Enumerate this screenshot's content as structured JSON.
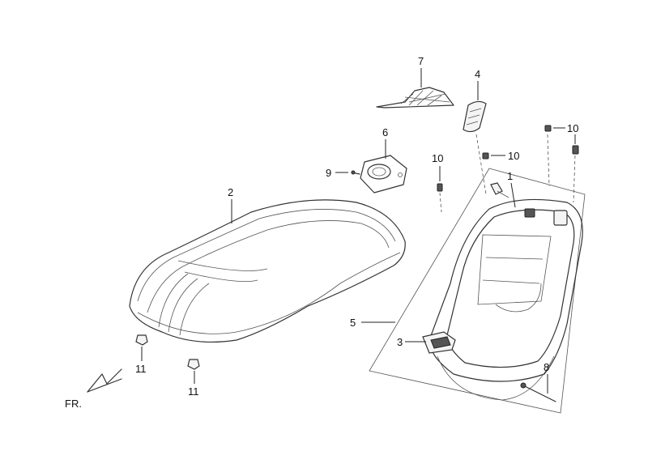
{
  "callouts": {
    "c1": "1",
    "c2": "2",
    "c3": "3",
    "c4": "4",
    "c5": "5",
    "c6": "6",
    "c7": "7",
    "c8": "8",
    "c9": "9",
    "c10a": "10",
    "c10b": "10",
    "c10c": "10",
    "c11a": "11",
    "c11b": "11"
  },
  "front_marker": "FR."
}
